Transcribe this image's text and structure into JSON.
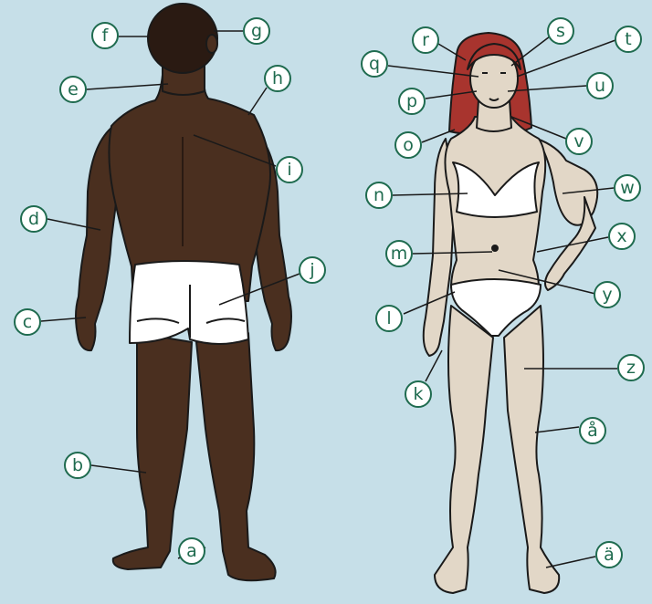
{
  "colors": {
    "background": "#c6dfe8",
    "label_border": "#1f6b4f",
    "label_text": "#1f6b4f",
    "man_skin": "#4a2f1f",
    "woman_skin": "#e2d7c7",
    "hair_woman": "#a8342e",
    "underwear": "#ffffff"
  },
  "figures": {
    "left": "man-back-view",
    "right": "woman-front-view"
  },
  "labels": [
    "a",
    "b",
    "c",
    "d",
    "e",
    "f",
    "g",
    "h",
    "i",
    "j",
    "k",
    "l",
    "m",
    "n",
    "o",
    "p",
    "q",
    "r",
    "s",
    "t",
    "u",
    "v",
    "w",
    "x",
    "y",
    "z",
    "å",
    "ä"
  ]
}
